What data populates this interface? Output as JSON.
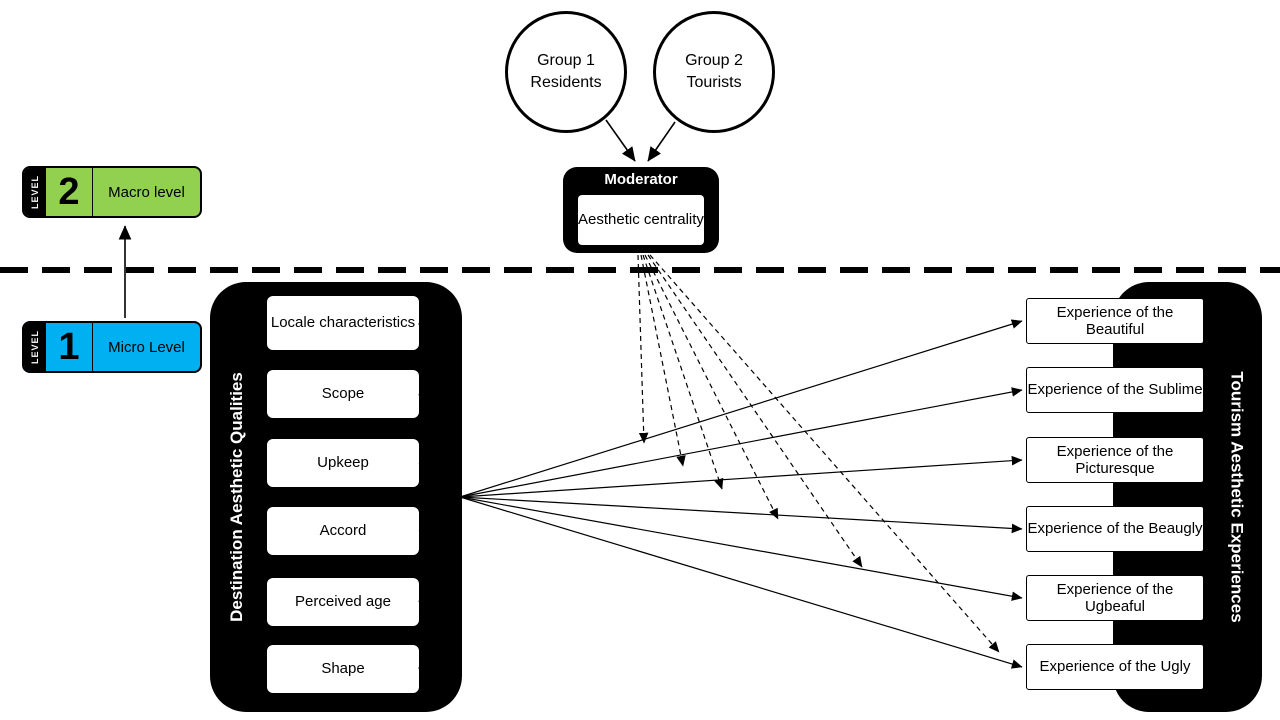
{
  "groups": {
    "group1": "Group 1\nResidents",
    "group2": "Group 2\nTourists"
  },
  "moderator": {
    "title": "Moderator",
    "variable": "Aesthetic centrality"
  },
  "levels": {
    "macro": {
      "word": "LEVEL",
      "number": "2",
      "label": "Macro level",
      "color": "#92D050"
    },
    "micro": {
      "word": "LEVEL",
      "number": "1",
      "label": "Micro Level",
      "color": "#00B0F0"
    }
  },
  "left_panel": {
    "title": "Destination Aesthetic Qualities",
    "items": [
      "Locale characteristics",
      "Scope",
      "Upkeep",
      "Accord",
      "Perceived age",
      "Shape"
    ]
  },
  "right_panel": {
    "title": "Tourism Aesthetic Experiences",
    "items": [
      "Experience of the Beautiful",
      "Experience of the Sublime",
      "Experience of the Picturesque",
      "Experience of the Beaugly",
      "Experience of the Ugbeaful",
      "Experience of the Ugly"
    ]
  },
  "colors": {
    "panel": "#000000",
    "macro_green": "#92D050",
    "micro_blue": "#00B0F0"
  }
}
